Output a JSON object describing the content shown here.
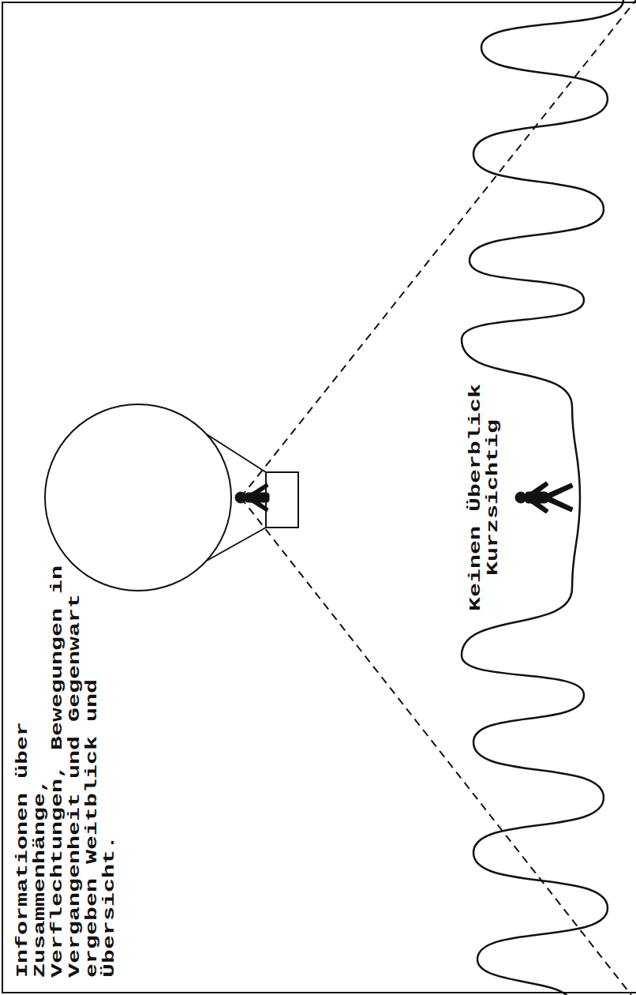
{
  "diagram": {
    "labels": [
      "Informationen über Zusammenhänge, Verflechtungen, Bewegungen in Vergangenheit und Gegenwart ergeben Weitblick und Übersicht.",
      "Keinen Überblick",
      "Kurzsichtig"
    ]
  }
}
